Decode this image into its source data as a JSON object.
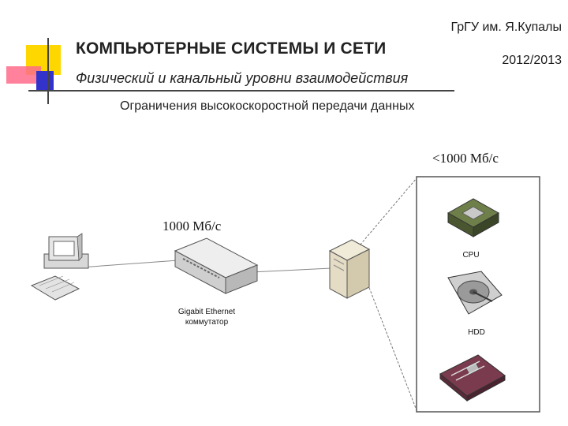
{
  "header": {
    "university": "ГрГУ им. Я.Купалы",
    "year": "2012/2013",
    "title": "КОМПЬЮТЕРНЫЕ СИСТЕМЫ И СЕТИ",
    "subtitle": "Физический и канальный уровни взаимодействия"
  },
  "slide": {
    "heading": "Ограничения высокоскоростной передачи данных"
  },
  "diagram": {
    "speed_bus": "<1000 Мб/с",
    "speed_network": "1000 Мб/с",
    "switch_label_line1": "Gigabit Ethernet",
    "switch_label_line2": "коммутатор",
    "cpu_label": "CPU",
    "hdd_label": "HDD"
  },
  "colors": {
    "deco_yellow": "#ffd700",
    "deco_pink": "#ff6b8a",
    "deco_blue": "#3333cc"
  }
}
